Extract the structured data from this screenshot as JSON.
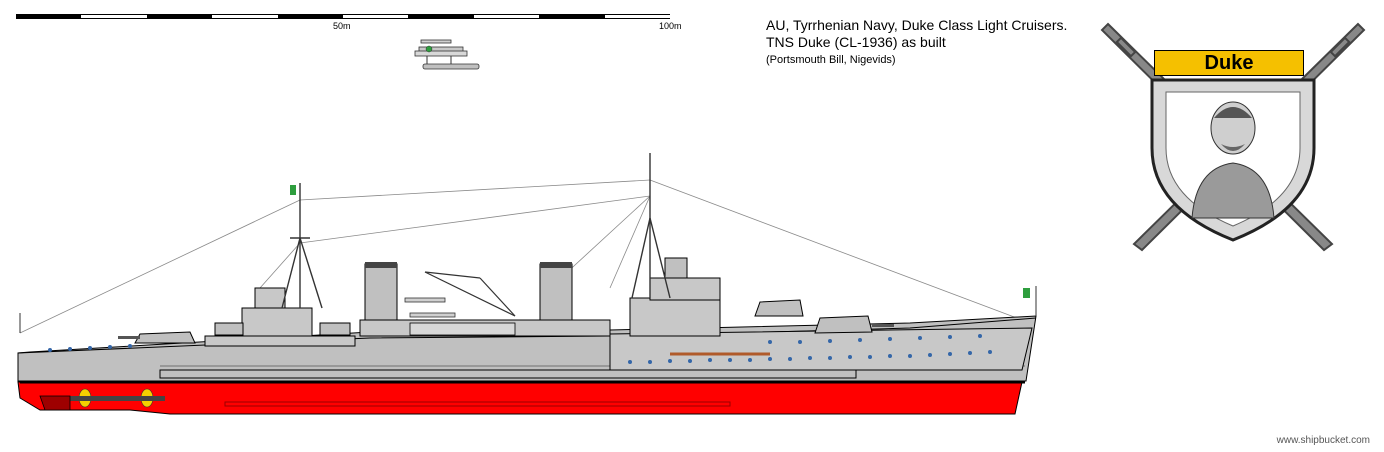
{
  "scale": {
    "label_50": "50m",
    "label_100": "100m"
  },
  "title": {
    "line1": "AU,  Tyrrhenian Navy, Duke Class Light Cruisers.",
    "line2": "TNS Duke (CL-1936) as built",
    "line3": "(Portsmouth Bill, Nigevids)"
  },
  "emblem": {
    "name": "Duke"
  },
  "credit": "www.shipbucket.com",
  "colors": {
    "hull_grey": "#c0c0c0",
    "boot_red": "#ff0000",
    "emblem_gold": "#f5c000",
    "flag_green": "#2e9e3e"
  }
}
